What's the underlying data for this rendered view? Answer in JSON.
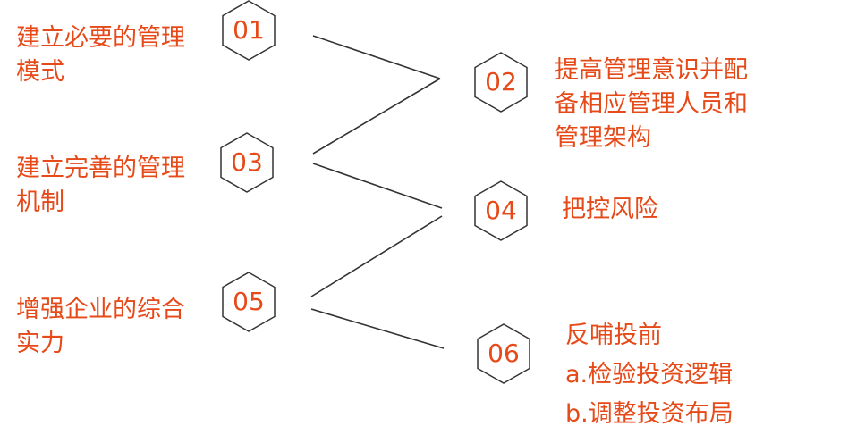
{
  "colors": {
    "accent": "#e64a19",
    "line": "#333333",
    "hex_stroke": "#333333"
  },
  "nodes": [
    {
      "num": "01",
      "lines": [
        "建立必要的管理",
        "模式"
      ]
    },
    {
      "num": "02",
      "lines": [
        "提高管理意识并配",
        "备相应管理人员和",
        "管理架构"
      ]
    },
    {
      "num": "03",
      "lines": [
        "建立完善的管理",
        "机制"
      ]
    },
    {
      "num": "04",
      "lines": [
        "把控风险"
      ]
    },
    {
      "num": "05",
      "lines": [
        "增强企业的综合",
        "实力"
      ]
    },
    {
      "num": "06",
      "lines": [
        "反哺投前",
        "a.检验投资逻辑",
        "b.调整投资布局"
      ]
    }
  ]
}
